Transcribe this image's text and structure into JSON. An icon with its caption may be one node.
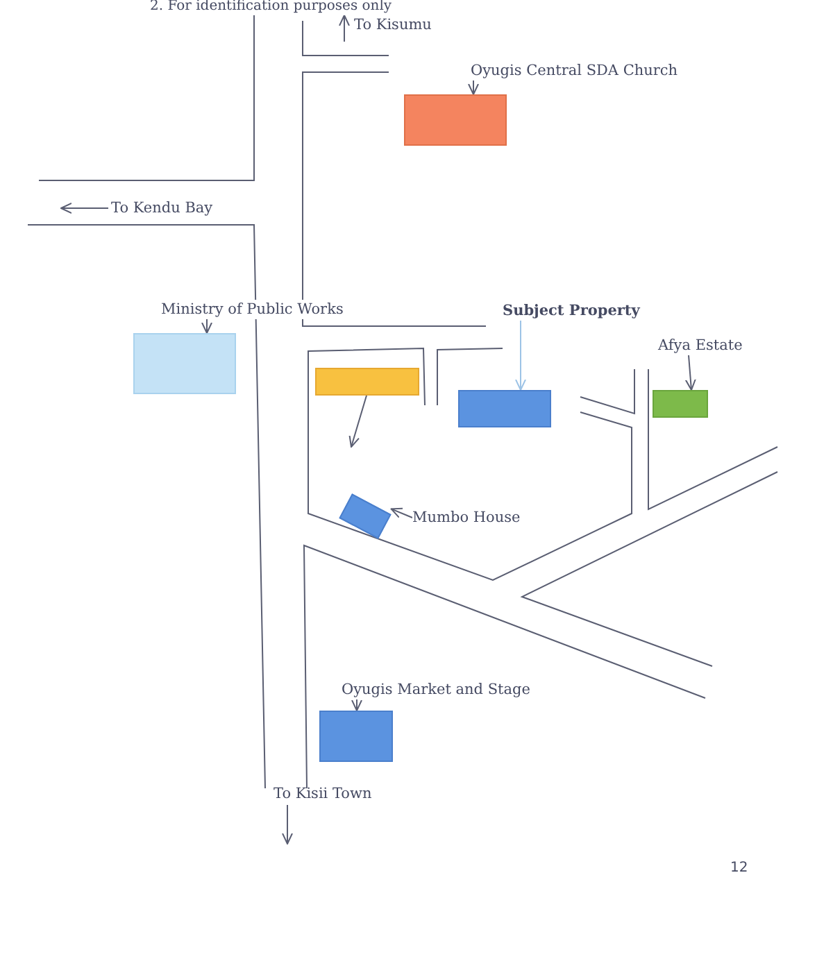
{
  "diagram": {
    "nodes": [
      {
        "text": [
          "Oyugis Central SDA Church"
        ]
      },
      {
        "text": [],
        "shape": "box"
      },
      {
        "text": [
          "Ministry of Public Works"
        ]
      },
      {
        "text": [
          "Subject Property"
        ]
      },
      {
        "text": [],
        "shape": "box"
      },
      {
        "text": [
          "Afya Estate"
        ]
      },
      {
        "text": [],
        "shape": "box"
      },
      {
        "text": [],
        "shape": "box"
      },
      {
        "text": [],
        "shape": "box"
      },
      {
        "text": [],
        "shape": "box"
      },
      {
        "text": [
          "Mumbo House"
        ]
      },
      {
        "text": [
          "Oyugis Market and Stage"
        ]
      },
      {
        "text": [],
        "shape": "box"
      }
    ],
    "edges": [
      {
        "from": 0,
        "to": 1,
        "arrow": "to"
      },
      {
        "from": 2,
        "to": 4,
        "arrow": "to"
      },
      {
        "from": 3,
        "to": 7,
        "arrow": "to",
        "color": "#9dc3e6"
      },
      {
        "from": 5,
        "to": 8,
        "arrow": "to"
      },
      {
        "from": 6,
        "to": null,
        "arrow": "to"
      },
      {
        "from": 10,
        "to": 9,
        "arrow": "to"
      },
      {
        "from": 11,
        "to": 12,
        "arrow": "to"
      }
    ],
    "labels": [
      "2. For identification purposes only",
      "To Kisumu",
      "To Kendu Bay",
      "To Kisii Town",
      "12"
    ]
  }
}
